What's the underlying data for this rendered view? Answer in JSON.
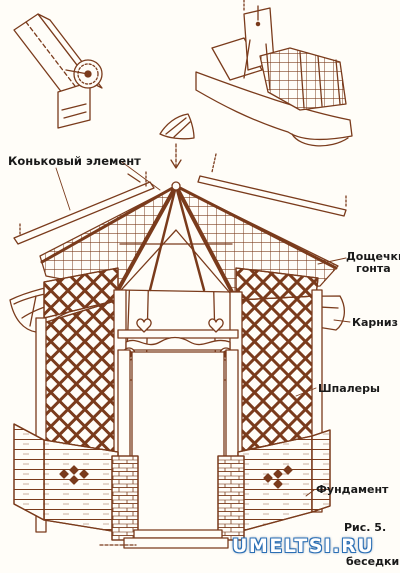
{
  "labels": {
    "ridge": "Коньковый элемент",
    "shingle_line1": "Дощечки",
    "shingle_line2": "гонта",
    "cornice": "Карниз",
    "trellis": "Шпалеры",
    "foundation": "Фундамент",
    "fig_line1": "Рис. 5.",
    "fig_line2": "беседки."
  },
  "watermark": "UMELTSI.RU",
  "colors": {
    "ink": "#7a3b1c",
    "paper": "#fffdf8",
    "label": "#1a1a1a",
    "watermark_outline": "#2b6fb5"
  }
}
